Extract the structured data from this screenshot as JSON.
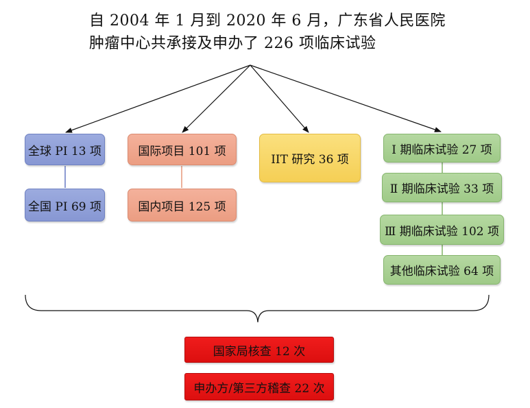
{
  "title": {
    "line1": "自 2004 年 1 月到 2020 年 6 月，广东省人民医院",
    "line2": "肿瘤中心共承接及申办了 226 项临床试验"
  },
  "groups": {
    "pi": {
      "items": [
        "全球 PI 13 项",
        "全国 PI 69 项"
      ]
    },
    "projects": {
      "items": [
        "国际项目 101 项",
        "国内项目 125 项"
      ]
    },
    "iit": {
      "items": [
        "IIT 研究 36 项"
      ]
    },
    "phases": {
      "items": [
        "Ⅰ 期临床试验 27 项",
        "Ⅱ 期临床试验 33 项",
        "Ⅲ 期临床试验 102 项",
        "其他临床试验 64 项"
      ]
    }
  },
  "inspections": [
    "国家局核查 12 次",
    "申办方/第三方稽查 22 次"
  ],
  "colors": {
    "blue": "#8f9fd8",
    "orange": "#f0a68c",
    "yellow": "#f8d865",
    "green": "#a9d293",
    "red": "#e81414",
    "blue_line": "#5b6fbf",
    "orange_line": "#e39070",
    "green_line": "#79ad5c"
  }
}
